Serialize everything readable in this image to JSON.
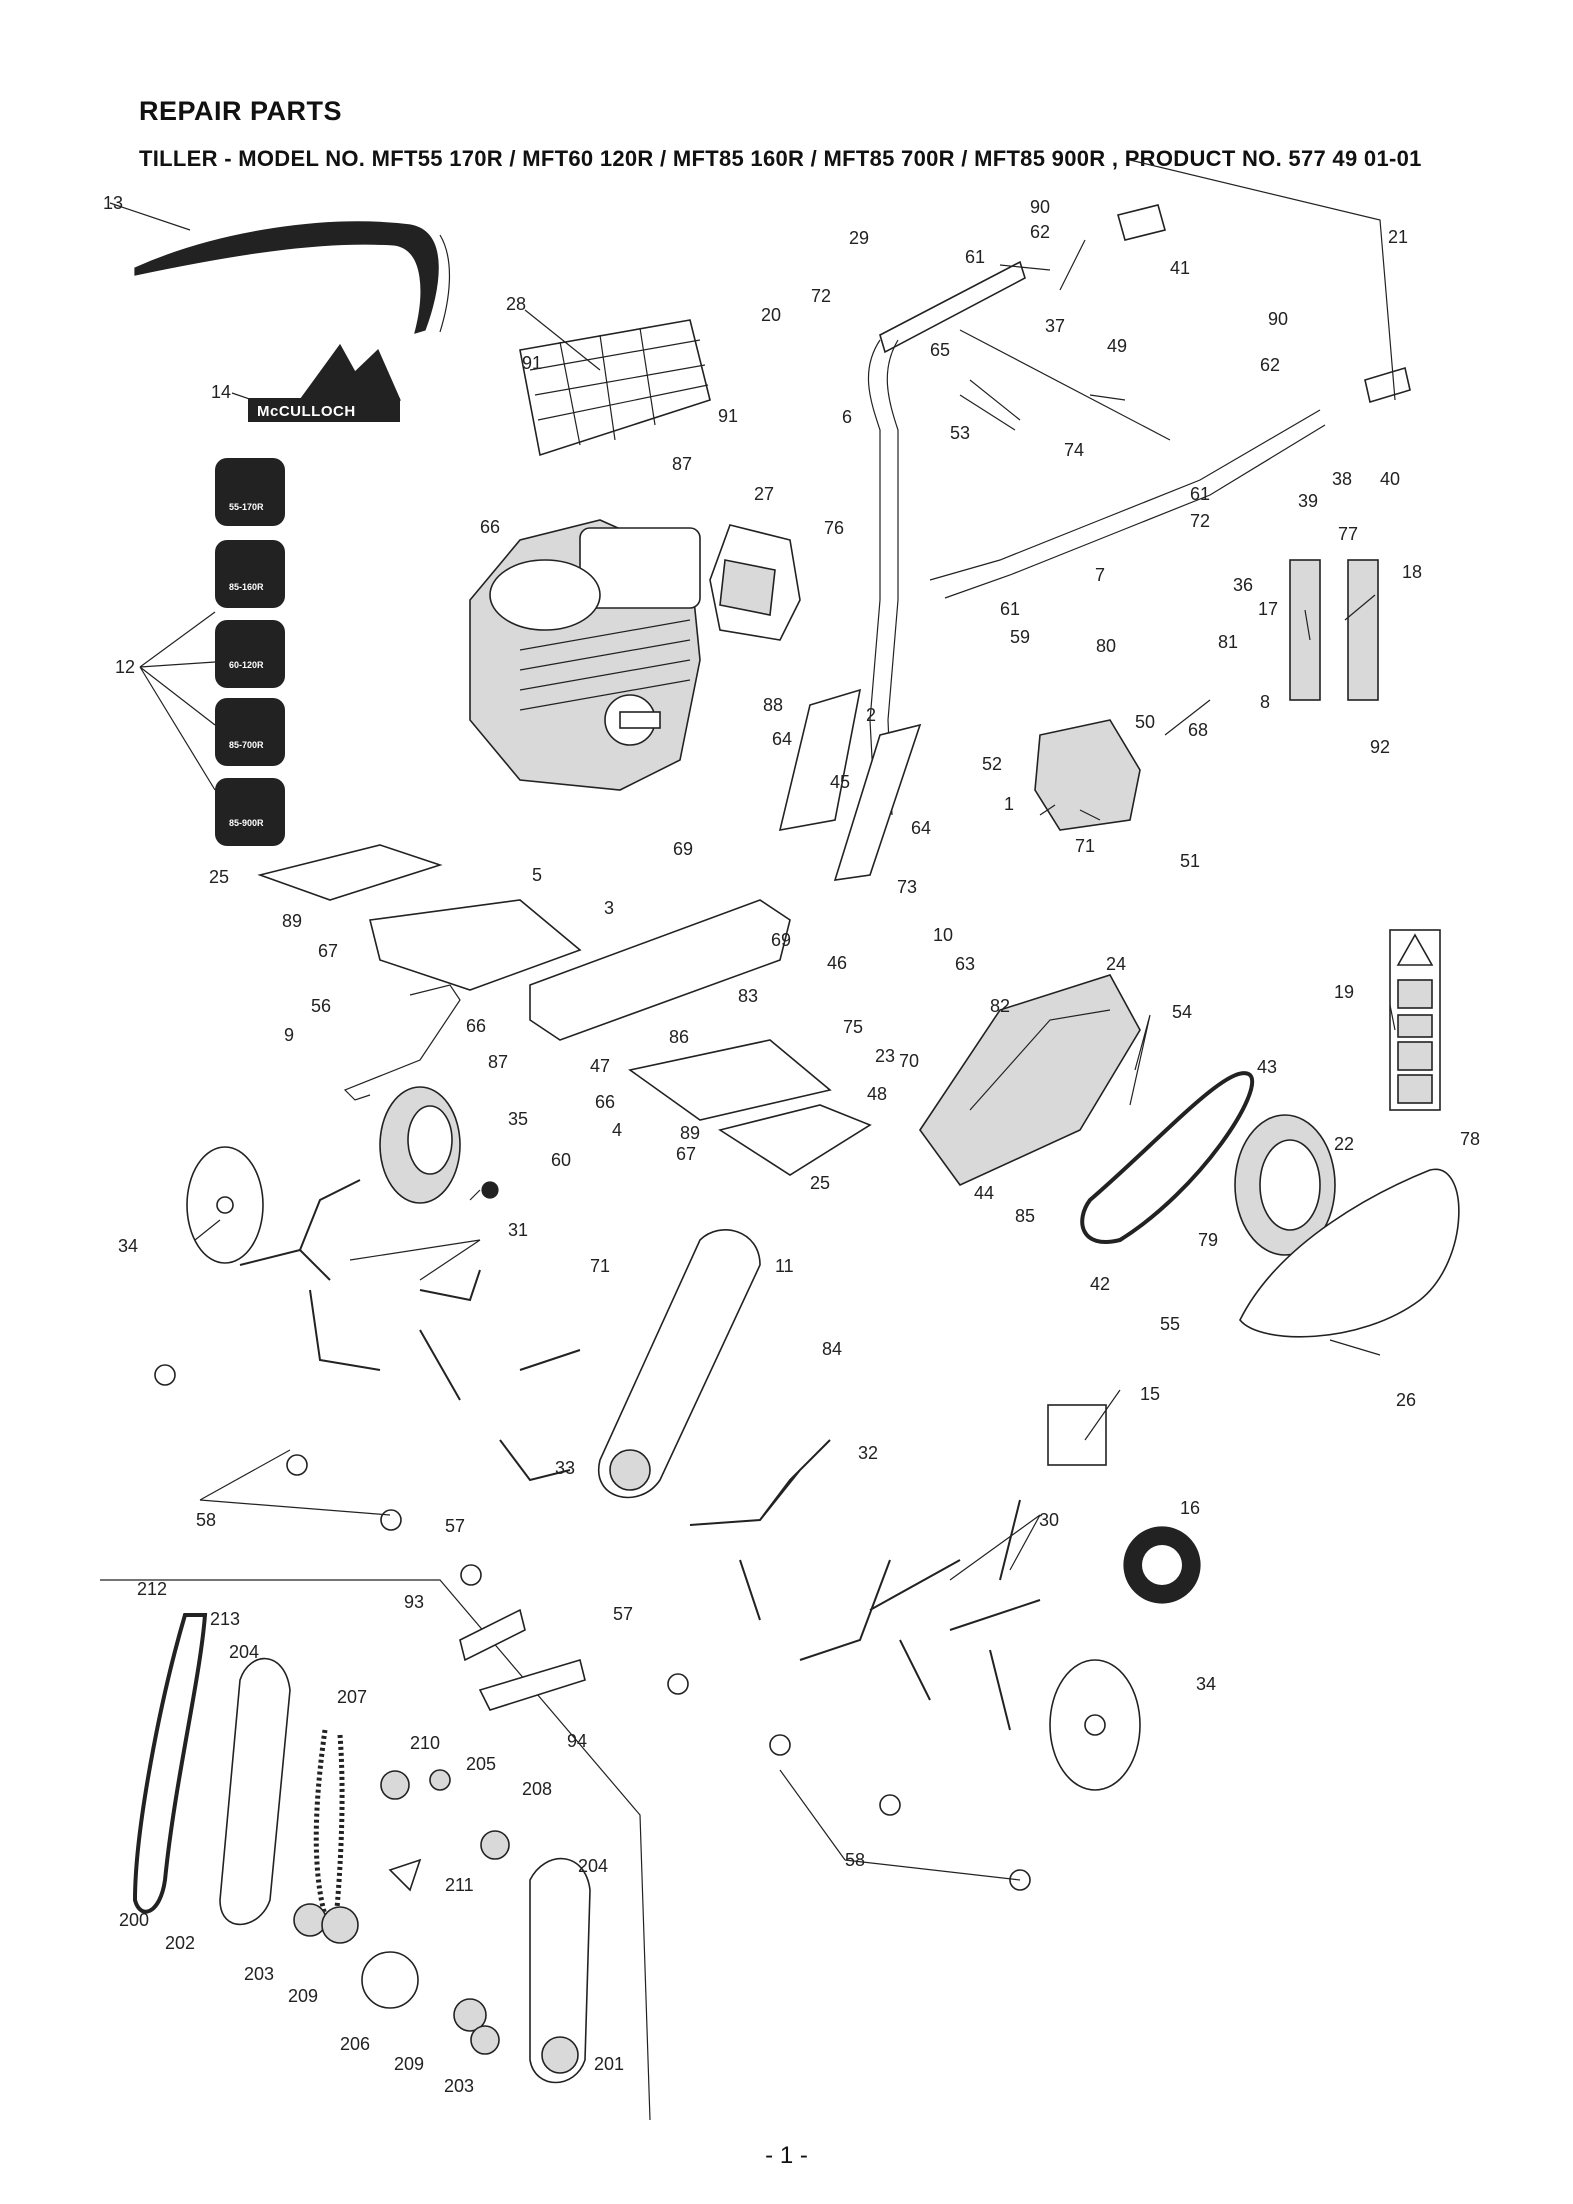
{
  "header": {
    "title": "REPAIR PARTS",
    "subtitle": "TILLER - MODEL NO. MFT55 170R / MFT60 120R / MFT85 160R / MFT85 700R / MFT85 900R , PRODUCT NO. 577 49 01-01"
  },
  "brand_logo_text": "McCULLOCH",
  "model_decals": [
    "55-170R",
    "85-160R",
    "60-120R",
    "85-700R",
    "85-900R"
  ],
  "part_numbers": [
    "1",
    "2",
    "3",
    "4",
    "5",
    "6",
    "7",
    "8",
    "9",
    "10",
    "11",
    "12",
    "13",
    "14",
    "15",
    "16",
    "17",
    "18",
    "19",
    "20",
    "21",
    "22",
    "23",
    "24",
    "25",
    "26",
    "27",
    "28",
    "29",
    "30",
    "31",
    "32",
    "33",
    "34",
    "35",
    "36",
    "37",
    "38",
    "39",
    "40",
    "41",
    "42",
    "43",
    "44",
    "45",
    "46",
    "47",
    "48",
    "49",
    "50",
    "51",
    "52",
    "53",
    "54",
    "55",
    "56",
    "57",
    "58",
    "59",
    "60",
    "61",
    "62",
    "63",
    "64",
    "65",
    "66",
    "67",
    "68",
    "69",
    "70",
    "71",
    "72",
    "73",
    "74",
    "75",
    "76",
    "77",
    "78",
    "79",
    "80",
    "81",
    "82",
    "83",
    "84",
    "85",
    "86",
    "87",
    "88",
    "89",
    "90",
    "91",
    "92",
    "93",
    "94",
    "200",
    "201",
    "202",
    "203",
    "204",
    "205",
    "206",
    "207",
    "208",
    "209",
    "210",
    "211",
    "212",
    "213"
  ],
  "callouts": [
    {
      "id": "c13",
      "text": "13"
    },
    {
      "id": "c14",
      "text": "14"
    },
    {
      "id": "c12",
      "text": "12"
    },
    {
      "id": "c28",
      "text": "28"
    },
    {
      "id": "c91a",
      "text": "91"
    },
    {
      "id": "c91b",
      "text": "91"
    },
    {
      "id": "c87a",
      "text": "87"
    },
    {
      "id": "c66a",
      "text": "66"
    },
    {
      "id": "c27",
      "text": "27"
    },
    {
      "id": "c76",
      "text": "76"
    },
    {
      "id": "c20",
      "text": "20"
    },
    {
      "id": "c29",
      "text": "29"
    },
    {
      "id": "c61a",
      "text": "61"
    },
    {
      "id": "c72a",
      "text": "72"
    },
    {
      "id": "c65",
      "text": "65"
    },
    {
      "id": "c6",
      "text": "6"
    },
    {
      "id": "c90a",
      "text": "90"
    },
    {
      "id": "c62a",
      "text": "62"
    },
    {
      "id": "c21",
      "text": "21"
    },
    {
      "id": "c41",
      "text": "41"
    },
    {
      "id": "c37",
      "text": "37"
    },
    {
      "id": "c49",
      "text": "49"
    },
    {
      "id": "c53",
      "text": "53"
    },
    {
      "id": "c74",
      "text": "74"
    },
    {
      "id": "c90b",
      "text": "90"
    },
    {
      "id": "c62b",
      "text": "62"
    },
    {
      "id": "c40",
      "text": "40"
    },
    {
      "id": "c38",
      "text": "38"
    },
    {
      "id": "c61b",
      "text": "61"
    },
    {
      "id": "c72b",
      "text": "72"
    },
    {
      "id": "c39",
      "text": "39"
    },
    {
      "id": "c77",
      "text": "77"
    },
    {
      "id": "c36",
      "text": "36"
    },
    {
      "id": "c7",
      "text": "7"
    },
    {
      "id": "c18",
      "text": "18"
    },
    {
      "id": "c17",
      "text": "17"
    },
    {
      "id": "c81",
      "text": "81"
    },
    {
      "id": "c61c",
      "text": "61"
    },
    {
      "id": "c59",
      "text": "59"
    },
    {
      "id": "c80",
      "text": "80"
    },
    {
      "id": "c8",
      "text": "8"
    },
    {
      "id": "c50",
      "text": "50"
    },
    {
      "id": "c68",
      "text": "68"
    },
    {
      "id": "c92",
      "text": "92"
    },
    {
      "id": "c88",
      "text": "88"
    },
    {
      "id": "c64a",
      "text": "64"
    },
    {
      "id": "c2",
      "text": "2"
    },
    {
      "id": "c52",
      "text": "52"
    },
    {
      "id": "c1",
      "text": "1"
    },
    {
      "id": "c45",
      "text": "45"
    },
    {
      "id": "c71a",
      "text": "71"
    },
    {
      "id": "c51",
      "text": "51"
    },
    {
      "id": "c64b",
      "text": "64"
    },
    {
      "id": "c73",
      "text": "73"
    },
    {
      "id": "c25a",
      "text": "25"
    },
    {
      "id": "c69a",
      "text": "69"
    },
    {
      "id": "c5",
      "text": "5"
    },
    {
      "id": "c3",
      "text": "3"
    },
    {
      "id": "c69b",
      "text": "69"
    },
    {
      "id": "c10",
      "text": "10"
    },
    {
      "id": "c46",
      "text": "46"
    },
    {
      "id": "c63",
      "text": "63"
    },
    {
      "id": "c89a",
      "text": "89"
    },
    {
      "id": "c67a",
      "text": "67"
    },
    {
      "id": "c83",
      "text": "83"
    },
    {
      "id": "c82",
      "text": "82"
    },
    {
      "id": "c24",
      "text": "24"
    },
    {
      "id": "c54",
      "text": "54"
    },
    {
      "id": "c56",
      "text": "56"
    },
    {
      "id": "c66b",
      "text": "66"
    },
    {
      "id": "c75",
      "text": "75"
    },
    {
      "id": "c86",
      "text": "86"
    },
    {
      "id": "c23",
      "text": "23"
    },
    {
      "id": "c70",
      "text": "70"
    },
    {
      "id": "c9",
      "text": "9"
    },
    {
      "id": "c87b",
      "text": "87"
    },
    {
      "id": "c47",
      "text": "47"
    },
    {
      "id": "c19",
      "text": "19"
    },
    {
      "id": "c43",
      "text": "43"
    },
    {
      "id": "c48",
      "text": "48"
    },
    {
      "id": "c66c",
      "text": "66"
    },
    {
      "id": "c4",
      "text": "4"
    },
    {
      "id": "c89b",
      "text": "89"
    },
    {
      "id": "c67b",
      "text": "67"
    },
    {
      "id": "c35",
      "text": "35"
    },
    {
      "id": "c25b",
      "text": "25"
    },
    {
      "id": "c22",
      "text": "22"
    },
    {
      "id": "c78",
      "text": "78"
    },
    {
      "id": "c60",
      "text": "60"
    },
    {
      "id": "c44",
      "text": "44"
    },
    {
      "id": "c85",
      "text": "85"
    },
    {
      "id": "c34a",
      "text": "34"
    },
    {
      "id": "c31",
      "text": "31"
    },
    {
      "id": "c71b",
      "text": "71"
    },
    {
      "id": "c11",
      "text": "11"
    },
    {
      "id": "c79",
      "text": "79"
    },
    {
      "id": "c42",
      "text": "42"
    },
    {
      "id": "c55",
      "text": "55"
    },
    {
      "id": "c84",
      "text": "84"
    },
    {
      "id": "c26",
      "text": "26"
    },
    {
      "id": "c15",
      "text": "15"
    },
    {
      "id": "c33",
      "text": "33"
    },
    {
      "id": "c32",
      "text": "32"
    },
    {
      "id": "c16",
      "text": "16"
    },
    {
      "id": "c58a",
      "text": "58"
    },
    {
      "id": "c57a",
      "text": "57"
    },
    {
      "id": "c30",
      "text": "30"
    },
    {
      "id": "c212",
      "text": "212"
    },
    {
      "id": "c213",
      "text": "213"
    },
    {
      "id": "c93",
      "text": "93"
    },
    {
      "id": "c57b",
      "text": "57"
    },
    {
      "id": "c34b",
      "text": "34"
    },
    {
      "id": "c204a",
      "text": "204"
    },
    {
      "id": "c207",
      "text": "207"
    },
    {
      "id": "c94",
      "text": "94"
    },
    {
      "id": "c210",
      "text": "210"
    },
    {
      "id": "c205",
      "text": "205"
    },
    {
      "id": "c208",
      "text": "208"
    },
    {
      "id": "c58b",
      "text": "58"
    },
    {
      "id": "c204b",
      "text": "204"
    },
    {
      "id": "c211",
      "text": "211"
    },
    {
      "id": "c200",
      "text": "200"
    },
    {
      "id": "c202",
      "text": "202"
    },
    {
      "id": "c203a",
      "text": "203"
    },
    {
      "id": "c209a",
      "text": "209"
    },
    {
      "id": "c206",
      "text": "206"
    },
    {
      "id": "c209b",
      "text": "209"
    },
    {
      "id": "c203b",
      "text": "203"
    },
    {
      "id": "c201",
      "text": "201"
    }
  ],
  "footer": {
    "page_number": "- 1 -"
  }
}
